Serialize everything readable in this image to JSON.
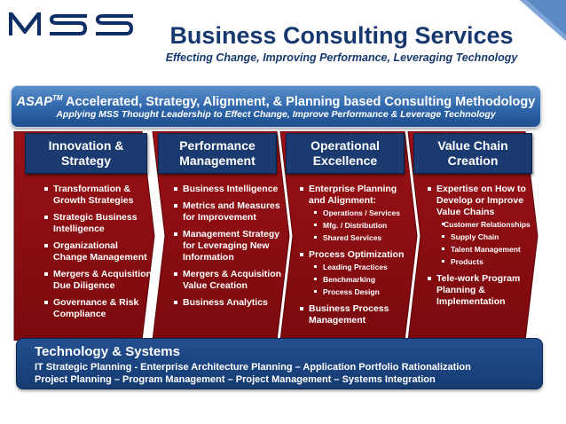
{
  "logo": {
    "text": "MSS"
  },
  "header": {
    "title": "Business Consulting Services",
    "subtitle": "Effecting Change, Improving Performance, Leveraging Technology"
  },
  "banner": {
    "title_asap": "ASAP",
    "title_tm": "TM",
    "title_rest": " Accelerated, Strategy, Alignment, & Planning based Consulting Methodology",
    "subtitle": "Applying MSS Thought Leadership to Effect Change, Improve Performance & Leverage Technology"
  },
  "columns": [
    {
      "header_line1": "Innovation &",
      "header_line2": "Strategy",
      "items": [
        "Transformation & Growth Strategies",
        "Strategic Business Intelligence",
        "Organizational Change Management",
        "Mergers & Acquisition Due Diligence",
        "Governance & Risk Compliance"
      ]
    },
    {
      "header_line1": "Performance",
      "header_line2": "Management",
      "items": [
        "Business Intelligence",
        "Metrics and Measures for Improvement",
        "Management Strategy for Leveraging New Information",
        "Mergers & Acquisition Value Creation",
        "Business Analytics"
      ]
    },
    {
      "header_line1": "Operational",
      "header_line2": "Excellence",
      "items": [
        "Enterprise Planning and Alignment:",
        "Operations / Services",
        "Mfg. / Distribution",
        "Shared Services",
        "Process Optimization",
        "Leading Practices",
        "Benchmarking",
        "Process Design",
        "Business Process Management"
      ]
    },
    {
      "header_line1": "Value Chain",
      "header_line2": "Creation",
      "items": [
        "Expertise on How to Develop or Improve Value Chains",
        "Customer Relationships",
        "Supply Chain",
        "Talent Management",
        "Products",
        "Tele-work Program Planning & Implementation"
      ]
    }
  ],
  "technology": {
    "title": "Technology & Systems",
    "line1": "IT Strategic Planning - Enterprise Architecture Planning – Application Portfolio Rationalization",
    "line2": "Project Planning – Program Management – Project Management – Systems Integration"
  },
  "colors": {
    "navy": "#16386e",
    "chevron_red": "#8b0d11",
    "banner_blue": "#2f66aa"
  }
}
